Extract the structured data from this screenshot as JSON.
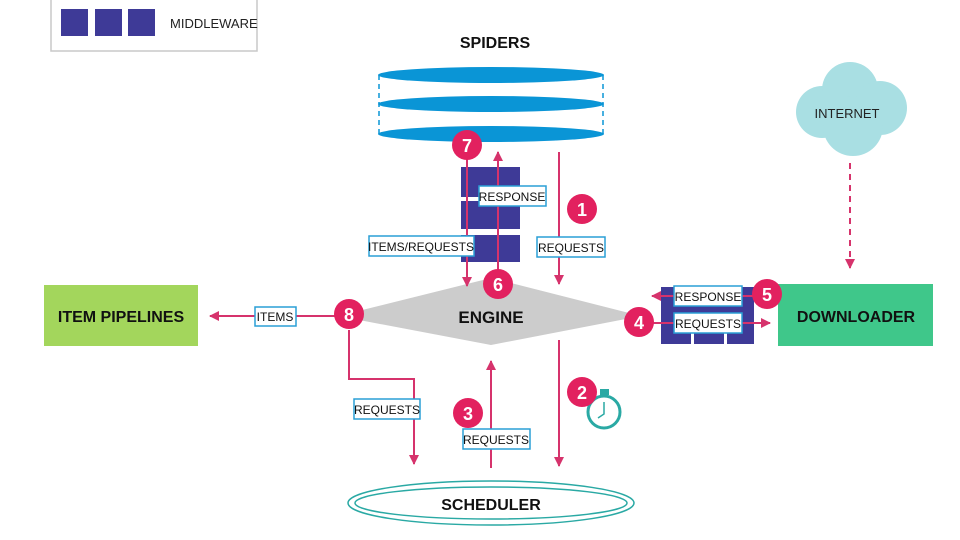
{
  "legend": {
    "label": "MIDDLEWARE"
  },
  "components": {
    "spiders": "SPIDERS",
    "engine": "ENGINE",
    "scheduler": "SCHEDULER",
    "downloader": "DOWNLOADER",
    "item_pipelines": "ITEM PIPELINES",
    "internet": "INTERNET"
  },
  "labels": {
    "response_spider": "RESPONSE",
    "items_requests": "ITEMS/REQUESTS",
    "requests_1": "REQUESTS",
    "response_downloader": "RESPONSE",
    "requests_downloader": "REQUESTS",
    "items": "ITEMS",
    "requests_8": "REQUESTS",
    "requests_3": "REQUESTS"
  },
  "steps": [
    "1",
    "2",
    "3",
    "4",
    "5",
    "6",
    "7",
    "8"
  ],
  "colors": {
    "arrow": "#d6336c",
    "badge": "#e2215f",
    "middleware": "#3e3a97",
    "spider_disc": "#0a95d6",
    "engine": "#cccccc",
    "downloader": "#3fc78a",
    "pipelines": "#a3d65c",
    "cloud": "#a9dfe3",
    "scheduler": "#2aa9a4",
    "label_border": "#2a9fd6"
  }
}
